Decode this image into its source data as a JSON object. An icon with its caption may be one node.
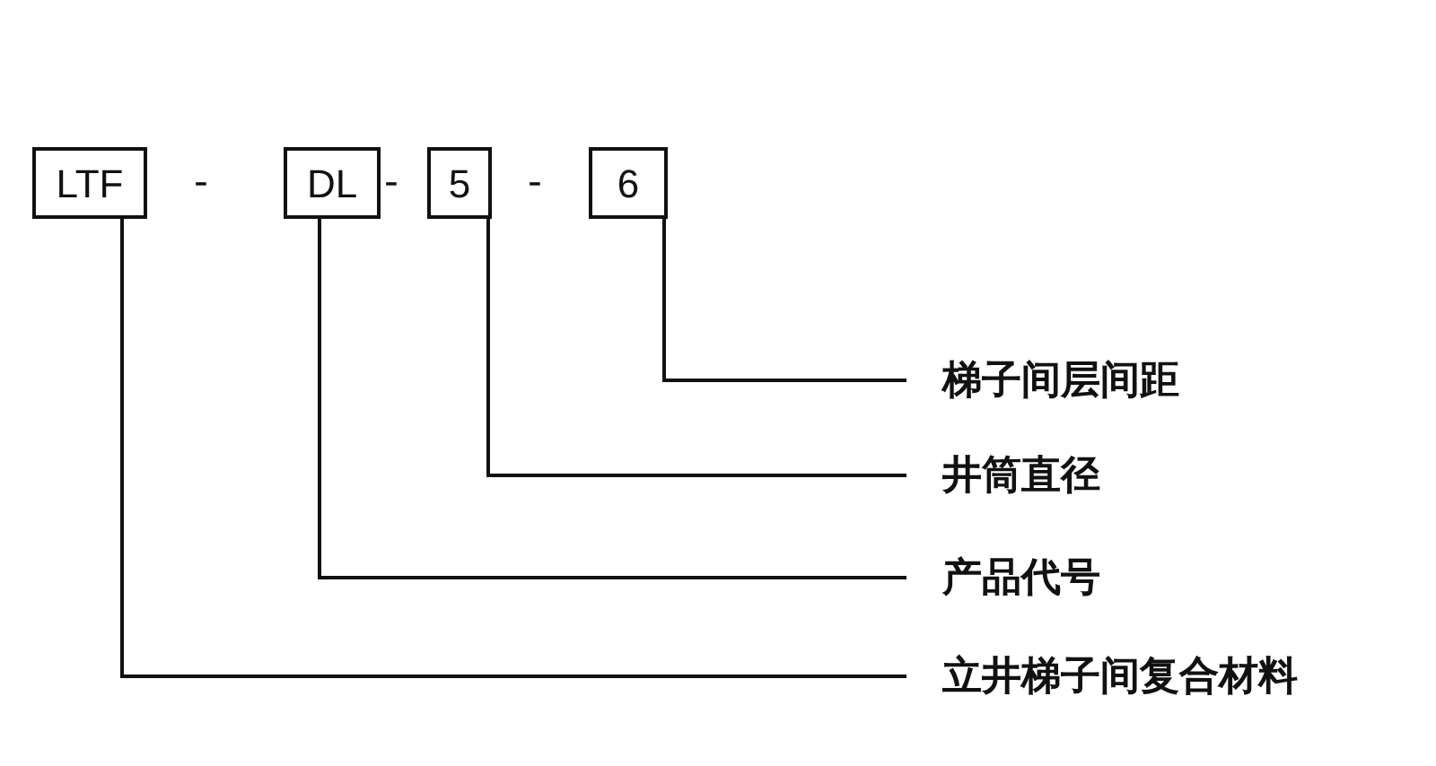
{
  "diagram": {
    "nodes": [
      {
        "text": [
          "LTF"
        ]
      },
      {
        "text": [
          "DL"
        ]
      },
      {
        "text": [
          "5"
        ]
      },
      {
        "text": [
          "6"
        ]
      },
      {
        "text": [
          "梯子间层间距"
        ]
      },
      {
        "text": [
          "井筒直径"
        ]
      },
      {
        "text": [
          "产品代号"
        ]
      },
      {
        "text": [
          "立井梯子间复合材料"
        ]
      }
    ],
    "edges": [
      {
        "from": 3,
        "to": 4,
        "arrow": "none"
      },
      {
        "from": 2,
        "to": 5,
        "arrow": "none"
      },
      {
        "from": 1,
        "to": 6,
        "arrow": "none"
      },
      {
        "from": 0,
        "to": 7,
        "arrow": "none"
      }
    ],
    "labels": [
      "-",
      "-",
      "-"
    ]
  }
}
